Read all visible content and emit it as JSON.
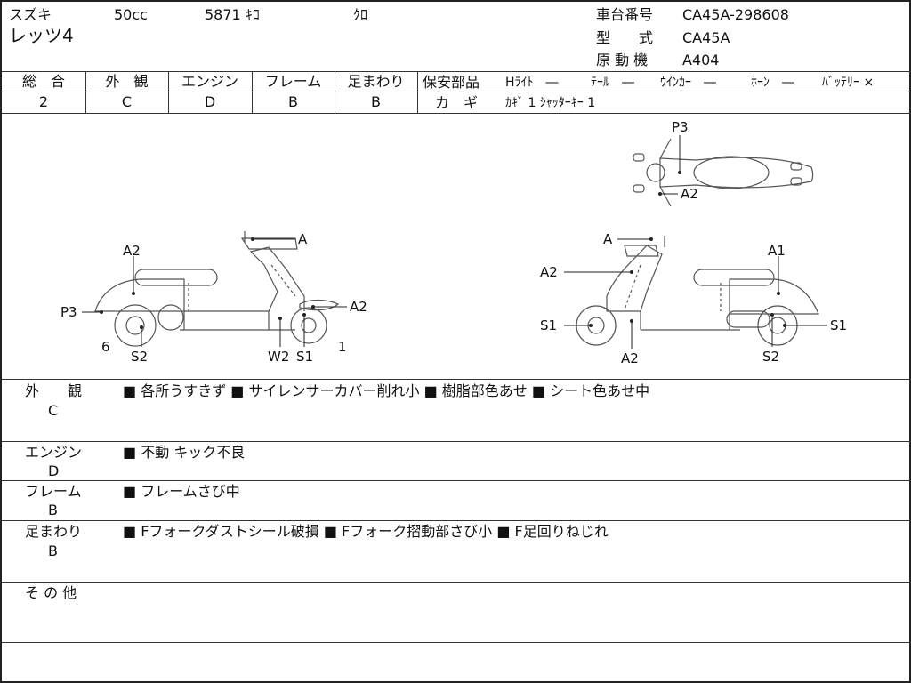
{
  "header": {
    "maker": "スズキ",
    "displacement": "50cc",
    "mileage": "5871 ｷﾛ",
    "color": "ｸﾛ",
    "model_name": "レッツ4",
    "frame_label": "車台番号",
    "frame_value": "CA45A-298608",
    "type_label": "型　　式",
    "type_value": "CA45A",
    "engine_label": "原 動 機",
    "engine_value": "A404"
  },
  "grades": [
    {
      "label": "総　合",
      "value": "2"
    },
    {
      "label": "外　観",
      "value": "C"
    },
    {
      "label": "エンジン",
      "value": "D"
    },
    {
      "label": "フレーム",
      "value": "B"
    },
    {
      "label": "足まわり",
      "value": "B"
    }
  ],
  "safety": {
    "label": "保安部品",
    "items": [
      "Hﾗｲﾄ　―",
      "ﾃｰﾙ　―",
      "ｳｲﾝｶｰ　―",
      "ﾎｰﾝ　―",
      "ﾊﾞｯﾃﾘｰ ×"
    ],
    "key_label": "カ　ギ",
    "key_value": "ｶｷﾞ 1 ｼｬｯﾀｰｷｰ 1"
  },
  "diagram_labels": {
    "left_side": [
      "A2",
      "A",
      "P3",
      "A2",
      "6",
      "S2",
      "W2",
      "S1",
      "1"
    ],
    "right_side": [
      "A",
      "A1",
      "A2",
      "S1",
      "S1",
      "A2",
      "S2"
    ],
    "top_view": [
      "P3",
      "A2"
    ]
  },
  "remarks": [
    {
      "title": "外　　観",
      "grade": "C",
      "text": "■ 各所うすきず ■ サイレンサーカバー削れ小 ■ 樹脂部色あせ ■ シート色あせ中"
    },
    {
      "title": "エンジン",
      "grade": "D",
      "text": "■ 不動 キック不良"
    },
    {
      "title": "フレーム",
      "grade": "B",
      "text": "■ フレームさび中"
    },
    {
      "title": "足まわり",
      "grade": "B",
      "text": "■ Fフォークダストシール破損 ■ Fフォーク摺動部さび小 ■ F足回りねじれ"
    },
    {
      "title": "そ の 他",
      "grade": "",
      "text": ""
    }
  ]
}
